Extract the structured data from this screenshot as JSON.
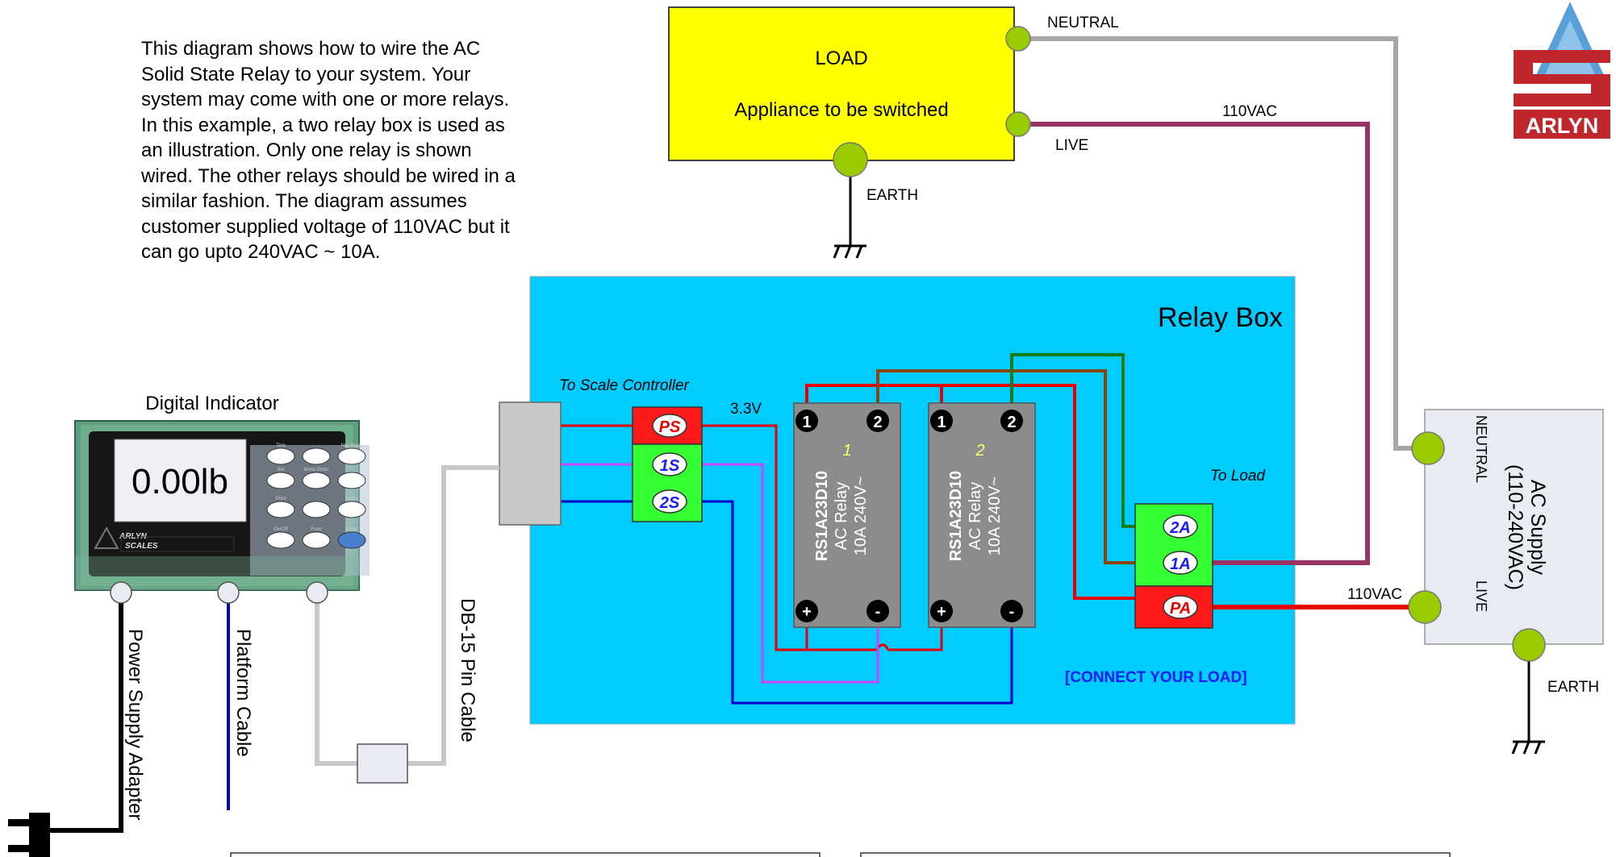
{
  "description": "This diagram shows how to wire the AC Solid State Relay to your system. Your system may come with one or more relays. In this example, a two relay box is used as an illustration. Only one relay is shown wired. The other relays should be wired in a similar fashion. The diagram assumes customer  supplied voltage of 110VAC but it can go upto 240VAC ~ 10A.",
  "logo": {
    "text": "ARLYN"
  },
  "load": {
    "title": "LOAD",
    "subtitle": "Appliance to be switched"
  },
  "labels": {
    "neutral_top": "NEUTRAL",
    "live": "LIVE",
    "vac_top": "110VAC",
    "earth_load": "EARTH",
    "earth_supply": "EARTH",
    "vac_right": "110VAC",
    "v33": "3.3V",
    "to_scale": "To Scale Controller",
    "to_load": "To Load",
    "connect": "[CONNECT YOUR LOAD]"
  },
  "relay_box": {
    "title": "Relay Box"
  },
  "relays": [
    {
      "number": "1",
      "model": "RS1A23D10",
      "type": "AC Relay",
      "rating": "10A 240V~"
    },
    {
      "number": "2",
      "model": "RS1A23D10",
      "type": "AC Relay",
      "rating": "10A 240V~"
    }
  ],
  "terminal_symbols": {
    "t1": "1",
    "t2": "2",
    "plus": "+",
    "minus": "-"
  },
  "terminals_left": [
    "PS",
    "1S",
    "2S"
  ],
  "terminals_right": [
    "2A",
    "1A",
    "PA"
  ],
  "ac_supply": {
    "title": "AC Supply",
    "range": "(110-240VAC)",
    "neutral": "NEUTRAL",
    "live": "LIVE"
  },
  "indicator": {
    "title": "Digital Indicator",
    "display": "0.00lb",
    "brand_line1": "ARLYN",
    "brand_line2": "SCALES",
    "keys": [
      "Tare",
      "Net Gross",
      "Set",
      "Menu Enter",
      "Zero",
      "Print",
      "Units",
      "On/Off",
      "Func",
      "Enter"
    ]
  },
  "cables": {
    "power": "Power Supply Adapter",
    "platform": "Platform Cable",
    "db15": "DB-15 Pin Cable"
  },
  "colors": {
    "load_fill": "#ffff00",
    "relay_box_fill": "#00ccff",
    "terminal_green": "#33ff33",
    "terminal_red": "#ff1a1a",
    "relay_gray": "#8c8c8c",
    "wire_live": "#993366",
    "wire_neutral": "#a6a6a6",
    "wire_brown": "#8b4513",
    "wire_green": "#1b7a1b",
    "wire_red": "#e60000",
    "wire_blue": "#0000cc",
    "wire_violet": "#cc44ff",
    "connect_text": "#1a1aff"
  }
}
